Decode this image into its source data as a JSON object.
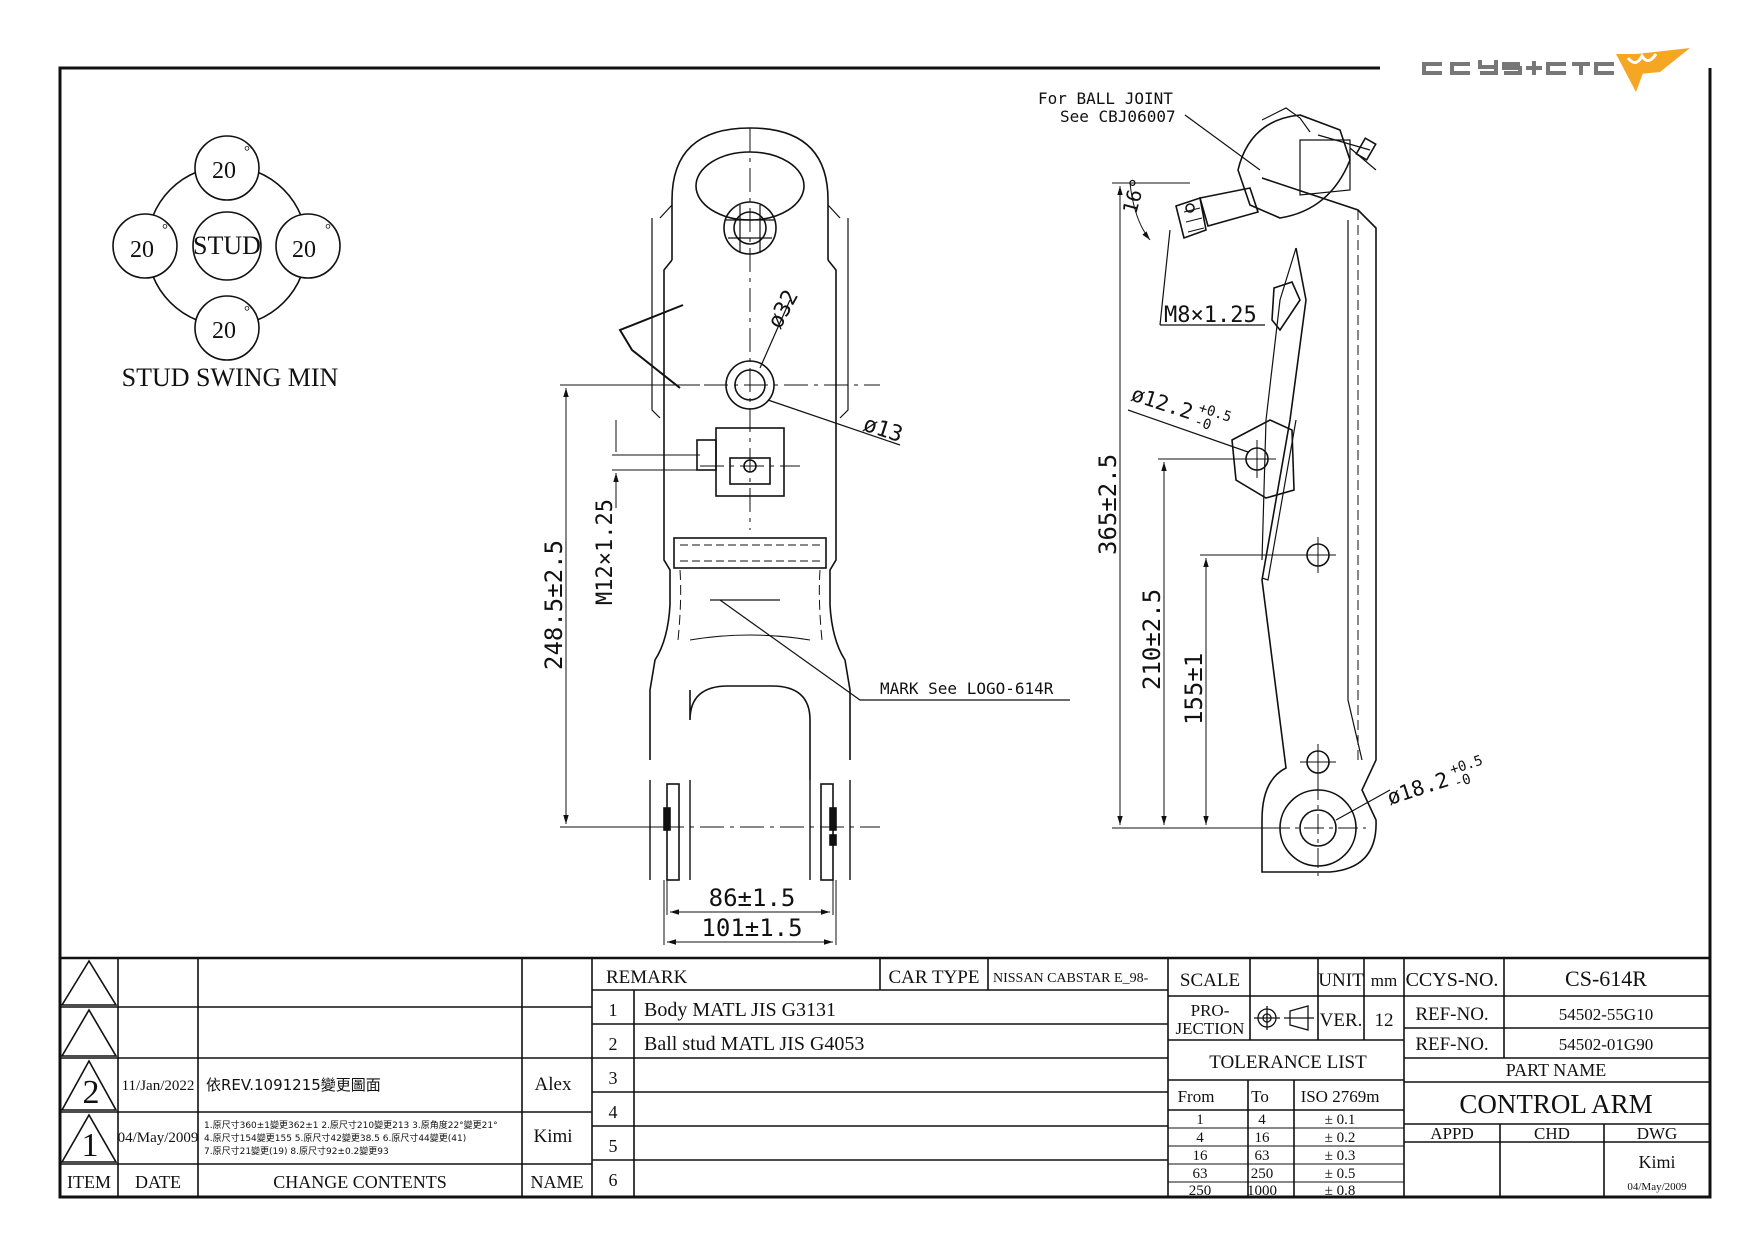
{
  "logo": {
    "text": "CCYS+CTC",
    "accent_color": "#F5A623"
  },
  "stud_swing": {
    "center_label": "STUD",
    "angles": [
      "20",
      "20",
      "20",
      "20"
    ],
    "degree_mark": "°",
    "caption": "STUD SWING MIN"
  },
  "front_view": {
    "dims": {
      "bore_upper": "ø32",
      "bore_lower": "ø13",
      "thread": "M12×1.25",
      "height": "248.5±2.5",
      "width_inner": "86±1.5",
      "width_outer": "101±1.5"
    },
    "mark_note": "MARK See LOGO-614R"
  },
  "side_view": {
    "ball_joint_note_1": "For BALL JOINT",
    "ball_joint_note_2": "See CBJ06007",
    "angle": "16°",
    "thread": "M8×1.25",
    "hole_small": {
      "base": "ø12.2",
      "tol_plus": "+0.5",
      "tol_minus": "-0"
    },
    "hole_large": {
      "base": "ø18.2",
      "tol_plus": "+0.5",
      "tol_minus": "-0"
    },
    "dims": {
      "overall": "365±2.5",
      "mid": "210±2.5",
      "low": "155±1"
    }
  },
  "revisions": {
    "rows": [
      {
        "item": "2",
        "date": "11/Jan/2022",
        "content": "依REV.1091215變更圖面",
        "name": "Alex"
      },
      {
        "item": "1",
        "date": "04/May/2009",
        "content_lines": [
          "1.原尺寸360±1變更362±1  2.原尺寸210變更213  3.原角度22°變更21°",
          "4.原尺寸154變更155  5.原尺寸42變更38.5 6.原尺寸44變更(41)",
          "7.原尺寸21變更(19)  8.原尺寸92±0.2變更93"
        ],
        "name": "Kimi"
      }
    ],
    "headers": {
      "item": "ITEM",
      "date": "DATE",
      "content": "CHANGE CONTENTS",
      "name": "NAME"
    }
  },
  "remarks": {
    "header": "REMARK",
    "car_type_label": "CAR TYPE",
    "car_type": "NISSAN CABSTAR E_98-",
    "rows": [
      {
        "no": "1",
        "text": "Body MATL JIS G3131"
      },
      {
        "no": "2",
        "text": "Ball stud MATL JIS G4053"
      },
      {
        "no": "3",
        "text": ""
      },
      {
        "no": "4",
        "text": ""
      },
      {
        "no": "5",
        "text": ""
      },
      {
        "no": "6",
        "text": ""
      }
    ]
  },
  "scale_block": {
    "scale_label": "SCALE",
    "unit_label": "UNIT",
    "unit": "mm",
    "projection_label_1": "PRO-",
    "projection_label_2": "JECTION",
    "ver_label": "VER.",
    "ver": "12"
  },
  "tolerance": {
    "title": "TOLERANCE LIST",
    "headers": [
      "From",
      "To",
      "ISO 2769m"
    ],
    "rows": [
      [
        "1",
        "4",
        "± 0.1"
      ],
      [
        "4",
        "16",
        "± 0.2"
      ],
      [
        "16",
        "63",
        "± 0.3"
      ],
      [
        "63",
        "250",
        "± 0.5"
      ],
      [
        "250",
        "1000",
        "± 0.8"
      ]
    ]
  },
  "title_block": {
    "ccys_label": "CCYS-NO.",
    "ccys_no": "CS-614R",
    "ref_label": "REF-NO.",
    "ref_no_1": "54502-55G10",
    "ref_no_2": "54502-01G90",
    "part_name_label": "PART NAME",
    "part_name": "CONTROL ARM",
    "appd": "APPD",
    "chd": "CHD",
    "dwg": "DWG",
    "drawn_by": "Kimi",
    "drawn_date": "04/May/2009"
  }
}
